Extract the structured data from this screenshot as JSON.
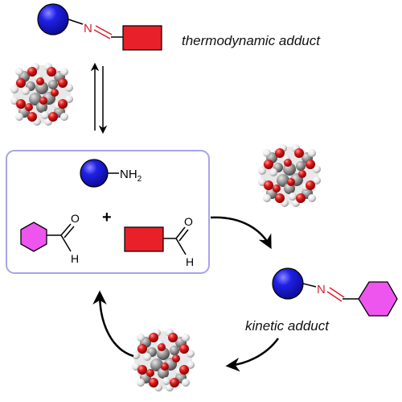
{
  "colors": {
    "blue_sphere": "#1414d4",
    "red_block": "#e8202a",
    "magenta_hexagon": "#ee55ee",
    "imine_red": "#d81e28",
    "box_border": "#a8a4e8",
    "cage_grey": "#9a9a9a",
    "cage_red": "#e01818",
    "cage_white": "#f4f4f4"
  },
  "labels": {
    "thermodynamic": "thermodynamic adduct",
    "kinetic": "kinetic adduct"
  },
  "atoms": {
    "N_top": "N",
    "N_kinetic": "N",
    "NH": "NH",
    "NH_sub": "2",
    "O_left": "O",
    "H_left": "H",
    "O_right": "O",
    "H_right": "H",
    "plus": "+"
  },
  "icons": {
    "cage": "molecular-cage-icon",
    "sphere": "blue-sphere-icon",
    "block": "red-block-icon",
    "ring": "magenta-hexagon-icon"
  }
}
